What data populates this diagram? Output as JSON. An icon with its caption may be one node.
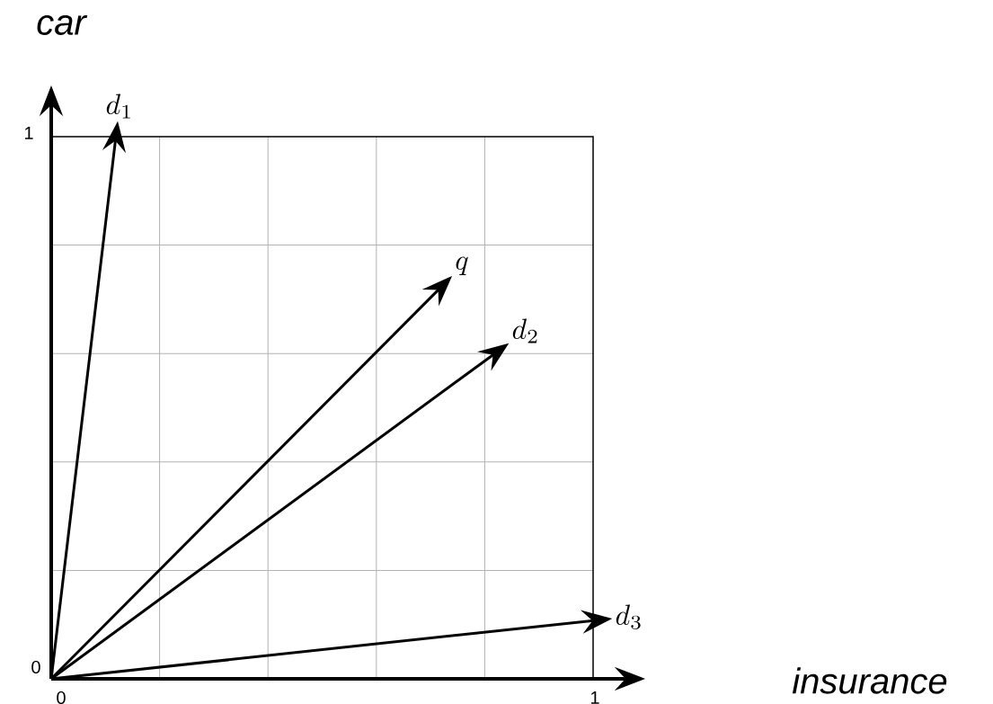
{
  "diagram": {
    "nodes": [
      {
        "text": [
          "d_1"
        ]
      },
      {
        "text": [
          "q"
        ]
      },
      {
        "text": [
          "d_2"
        ]
      },
      {
        "text": [
          "d_3"
        ]
      }
    ],
    "edges": [
      {
        "from": null,
        "to": 0,
        "arrow": "to"
      },
      {
        "from": null,
        "to": 1,
        "arrow": "to"
      },
      {
        "from": null,
        "to": 2,
        "arrow": "to"
      },
      {
        "from": null,
        "to": 3,
        "arrow": "to"
      }
    ],
    "labels": [
      "car",
      "1",
      "0",
      "0",
      "1",
      "insurance"
    ]
  }
}
